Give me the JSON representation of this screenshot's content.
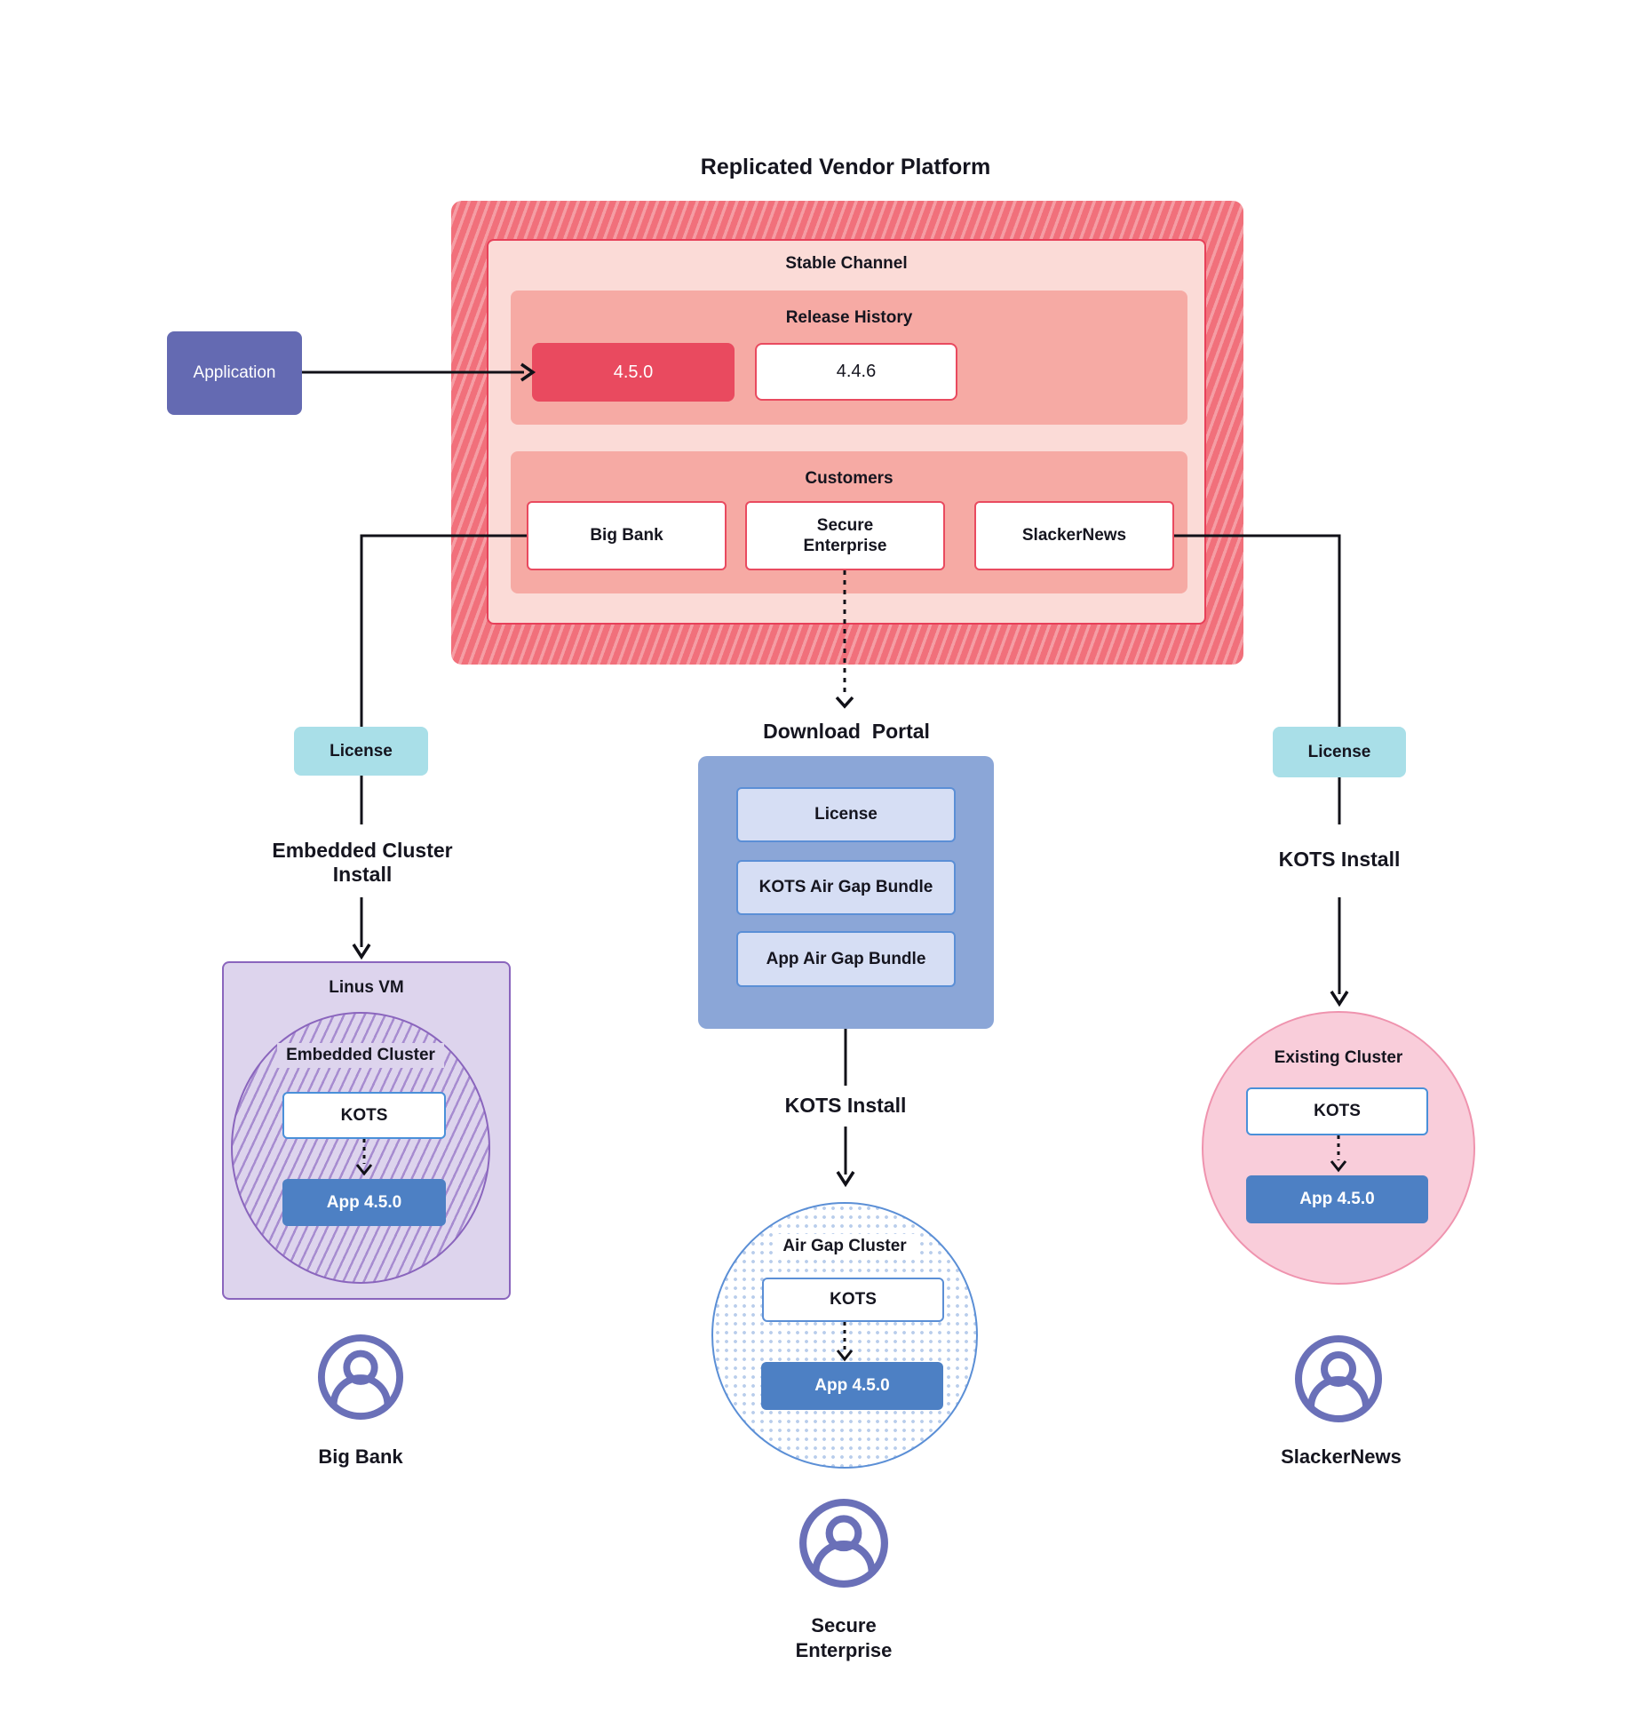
{
  "title": "Replicated Vendor Platform",
  "colors": {
    "hatch_red_base": "#f1707b",
    "hatch_red_stripe": "#f59da4",
    "stable_fill": "#fbdbd7",
    "stable_border": "#e74059",
    "salmon_fill": "#f6aaa4",
    "release_red": "#e94a5f",
    "application_purple": "#646ab2",
    "license_teal": "#a9dfe8",
    "lavender_fill": "#ddd4ed",
    "purple_border": "#8a65bd",
    "purple_hatch_line": "#a78cd0",
    "kots_border_blue": "#4a90d9",
    "app_blue": "#4d80c4",
    "portal_fill": "#8ba6d7",
    "portal_item_fill": "#d6def4",
    "portal_item_border": "#5b8fd6",
    "airgap_dot": "#b9cdeb",
    "pink_fill": "#f9cdda",
    "pink_border": "#ef93ae",
    "person_purple": "#6a70b8",
    "text": "#15151f"
  },
  "stable_channel": {
    "label": "Stable Channel"
  },
  "release_history": {
    "label": "Release History",
    "current_release": "4.5.0",
    "previous_release": "4.4.6"
  },
  "customers": {
    "label": "Customers",
    "big_bank": "Big Bank",
    "secure_enterprise_line1": "Secure",
    "secure_enterprise_line2": "Enterprise",
    "slackernews": "SlackerNews"
  },
  "application": {
    "label": "Application"
  },
  "big_bank_flow": {
    "license": "License",
    "install_line1": "Embedded Cluster",
    "install_line2": "Install",
    "vm_label": "Linus VM",
    "cluster_label": "Embedded Cluster",
    "kots": "KOTS",
    "app": "App 4.5.0",
    "persona": "Big Bank"
  },
  "secure_flow": {
    "portal_label": "Download  Portal",
    "portal_items": {
      "license": "License",
      "kots_bundle": "KOTS Air Gap Bundle",
      "app_bundle": "App Air Gap Bundle"
    },
    "install": "KOTS Install",
    "cluster_label": "Air Gap Cluster",
    "kots": "KOTS",
    "app": "App 4.5.0",
    "persona_line1": "Secure",
    "persona_line2": "Enterprise"
  },
  "slackernews_flow": {
    "license": "License",
    "install": "KOTS Install",
    "cluster_label": "Existing Cluster",
    "kots": "KOTS",
    "app": "App 4.5.0",
    "persona": "SlackerNews"
  }
}
